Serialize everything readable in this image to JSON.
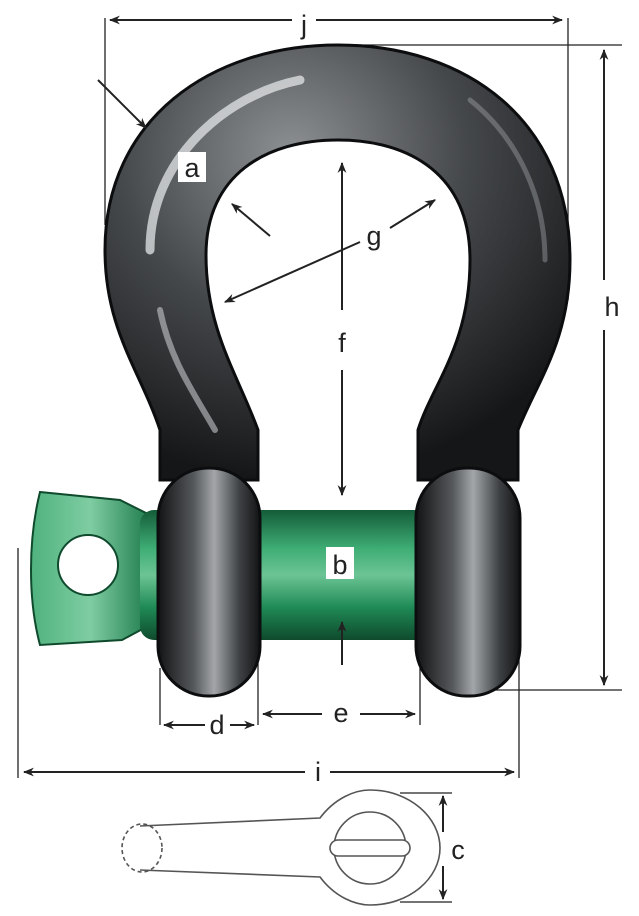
{
  "labels": {
    "a": "a",
    "b": "b",
    "c": "c",
    "d": "d",
    "e": "e",
    "f": "f",
    "g": "g",
    "h": "h",
    "i": "i",
    "j": "j"
  },
  "colors": {
    "shackle_body": "#3a3d40",
    "shackle_dark": "#151617",
    "shackle_highlight": "#c9ccce",
    "pin_green": "#1f8a55",
    "pin_green_light": "#6cc495",
    "line": "#222222",
    "background": "#ffffff"
  }
}
